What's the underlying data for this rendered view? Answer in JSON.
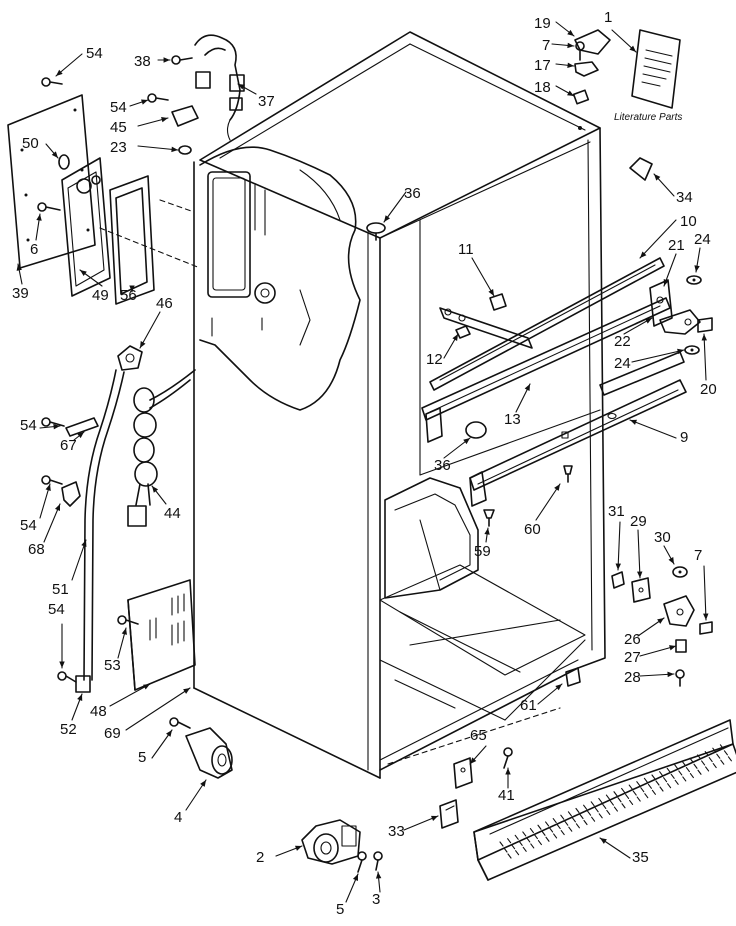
{
  "literature_caption": "Literature Parts",
  "callouts": [
    {
      "id": "c1",
      "text": "1"
    },
    {
      "id": "c19",
      "text": "19"
    },
    {
      "id": "c7a",
      "text": "7"
    },
    {
      "id": "c17",
      "text": "17"
    },
    {
      "id": "c18",
      "text": "18"
    },
    {
      "id": "c54a",
      "text": "54"
    },
    {
      "id": "c38",
      "text": "38"
    },
    {
      "id": "c37",
      "text": "37"
    },
    {
      "id": "c54b",
      "text": "54"
    },
    {
      "id": "c45",
      "text": "45"
    },
    {
      "id": "c23",
      "text": "23"
    },
    {
      "id": "c50",
      "text": "50"
    },
    {
      "id": "c6",
      "text": "6"
    },
    {
      "id": "c39",
      "text": "39"
    },
    {
      "id": "c49",
      "text": "49"
    },
    {
      "id": "c56",
      "text": "56"
    },
    {
      "id": "c36a",
      "text": "36"
    },
    {
      "id": "c34",
      "text": "34"
    },
    {
      "id": "c10",
      "text": "10"
    },
    {
      "id": "c24a",
      "text": "24"
    },
    {
      "id": "c21",
      "text": "21"
    },
    {
      "id": "c11",
      "text": "11"
    },
    {
      "id": "c22",
      "text": "22"
    },
    {
      "id": "c12",
      "text": "12"
    },
    {
      "id": "c24b",
      "text": "24"
    },
    {
      "id": "c20",
      "text": "20"
    },
    {
      "id": "c13",
      "text": "13"
    },
    {
      "id": "c9",
      "text": "9"
    },
    {
      "id": "c36b",
      "text": "36"
    },
    {
      "id": "c46",
      "text": "46"
    },
    {
      "id": "c54c",
      "text": "54"
    },
    {
      "id": "c67",
      "text": "67"
    },
    {
      "id": "c54d",
      "text": "54"
    },
    {
      "id": "c68",
      "text": "68"
    },
    {
      "id": "c44",
      "text": "44"
    },
    {
      "id": "c60",
      "text": "60"
    },
    {
      "id": "c59",
      "text": "59"
    },
    {
      "id": "c51",
      "text": "51"
    },
    {
      "id": "c54e",
      "text": "54"
    },
    {
      "id": "c53",
      "text": "53"
    },
    {
      "id": "c52",
      "text": "52"
    },
    {
      "id": "c48",
      "text": "48"
    },
    {
      "id": "c69",
      "text": "69"
    },
    {
      "id": "c31",
      "text": "31"
    },
    {
      "id": "c29",
      "text": "29"
    },
    {
      "id": "c30",
      "text": "30"
    },
    {
      "id": "c7b",
      "text": "7"
    },
    {
      "id": "c26",
      "text": "26"
    },
    {
      "id": "c27",
      "text": "27"
    },
    {
      "id": "c28",
      "text": "28"
    },
    {
      "id": "c61",
      "text": "61"
    },
    {
      "id": "c5a",
      "text": "5"
    },
    {
      "id": "c4",
      "text": "4"
    },
    {
      "id": "c65",
      "text": "65"
    },
    {
      "id": "c41",
      "text": "41"
    },
    {
      "id": "c33",
      "text": "33"
    },
    {
      "id": "c35",
      "text": "35"
    },
    {
      "id": "c2",
      "text": "2"
    },
    {
      "id": "c5b",
      "text": "5"
    },
    {
      "id": "c3",
      "text": "3"
    }
  ]
}
